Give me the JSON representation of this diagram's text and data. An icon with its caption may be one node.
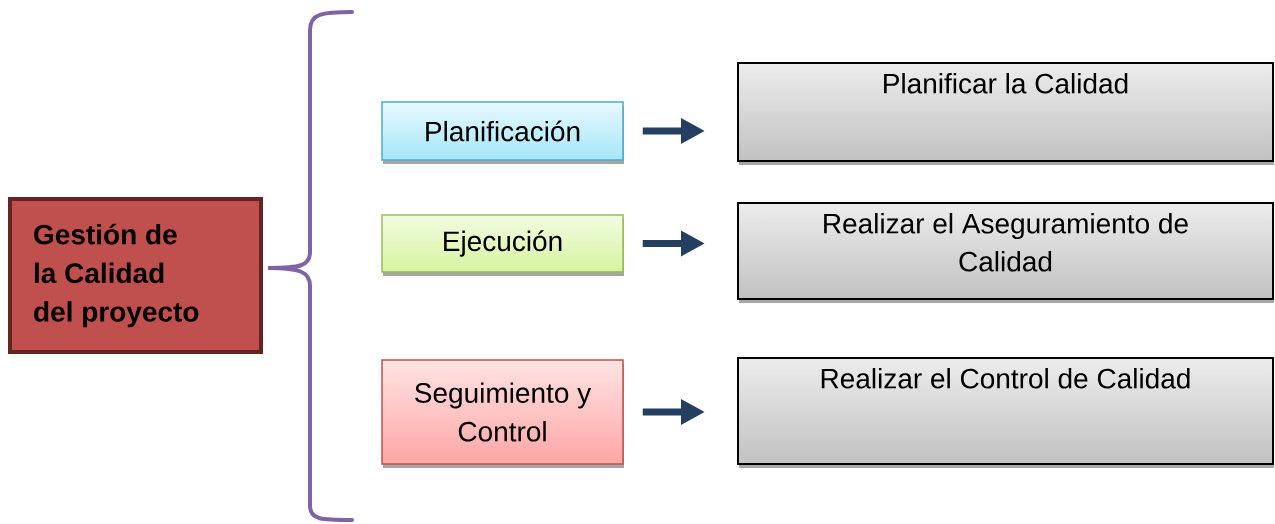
{
  "diagram": {
    "nodes": [
      {
        "text": [
          "Gestión de la Calidad del proyecto"
        ]
      },
      {
        "text": [
          "Planificación"
        ]
      },
      {
        "text": [
          "Ejecución"
        ]
      },
      {
        "text": [
          "Seguimiento y Control"
        ]
      },
      {
        "text": [
          "Planificar la Calidad"
        ]
      },
      {
        "text": [
          "Realizar el Aseguramiento de Calidad"
        ]
      },
      {
        "text": [
          "Realizar el Control de Calidad"
        ]
      }
    ],
    "edges": [
      {
        "from": 1,
        "to": 4,
        "arrow": "to"
      },
      {
        "from": 2,
        "to": 5,
        "arrow": "to"
      },
      {
        "from": 3,
        "to": 6,
        "arrow": "to"
      }
    ]
  }
}
